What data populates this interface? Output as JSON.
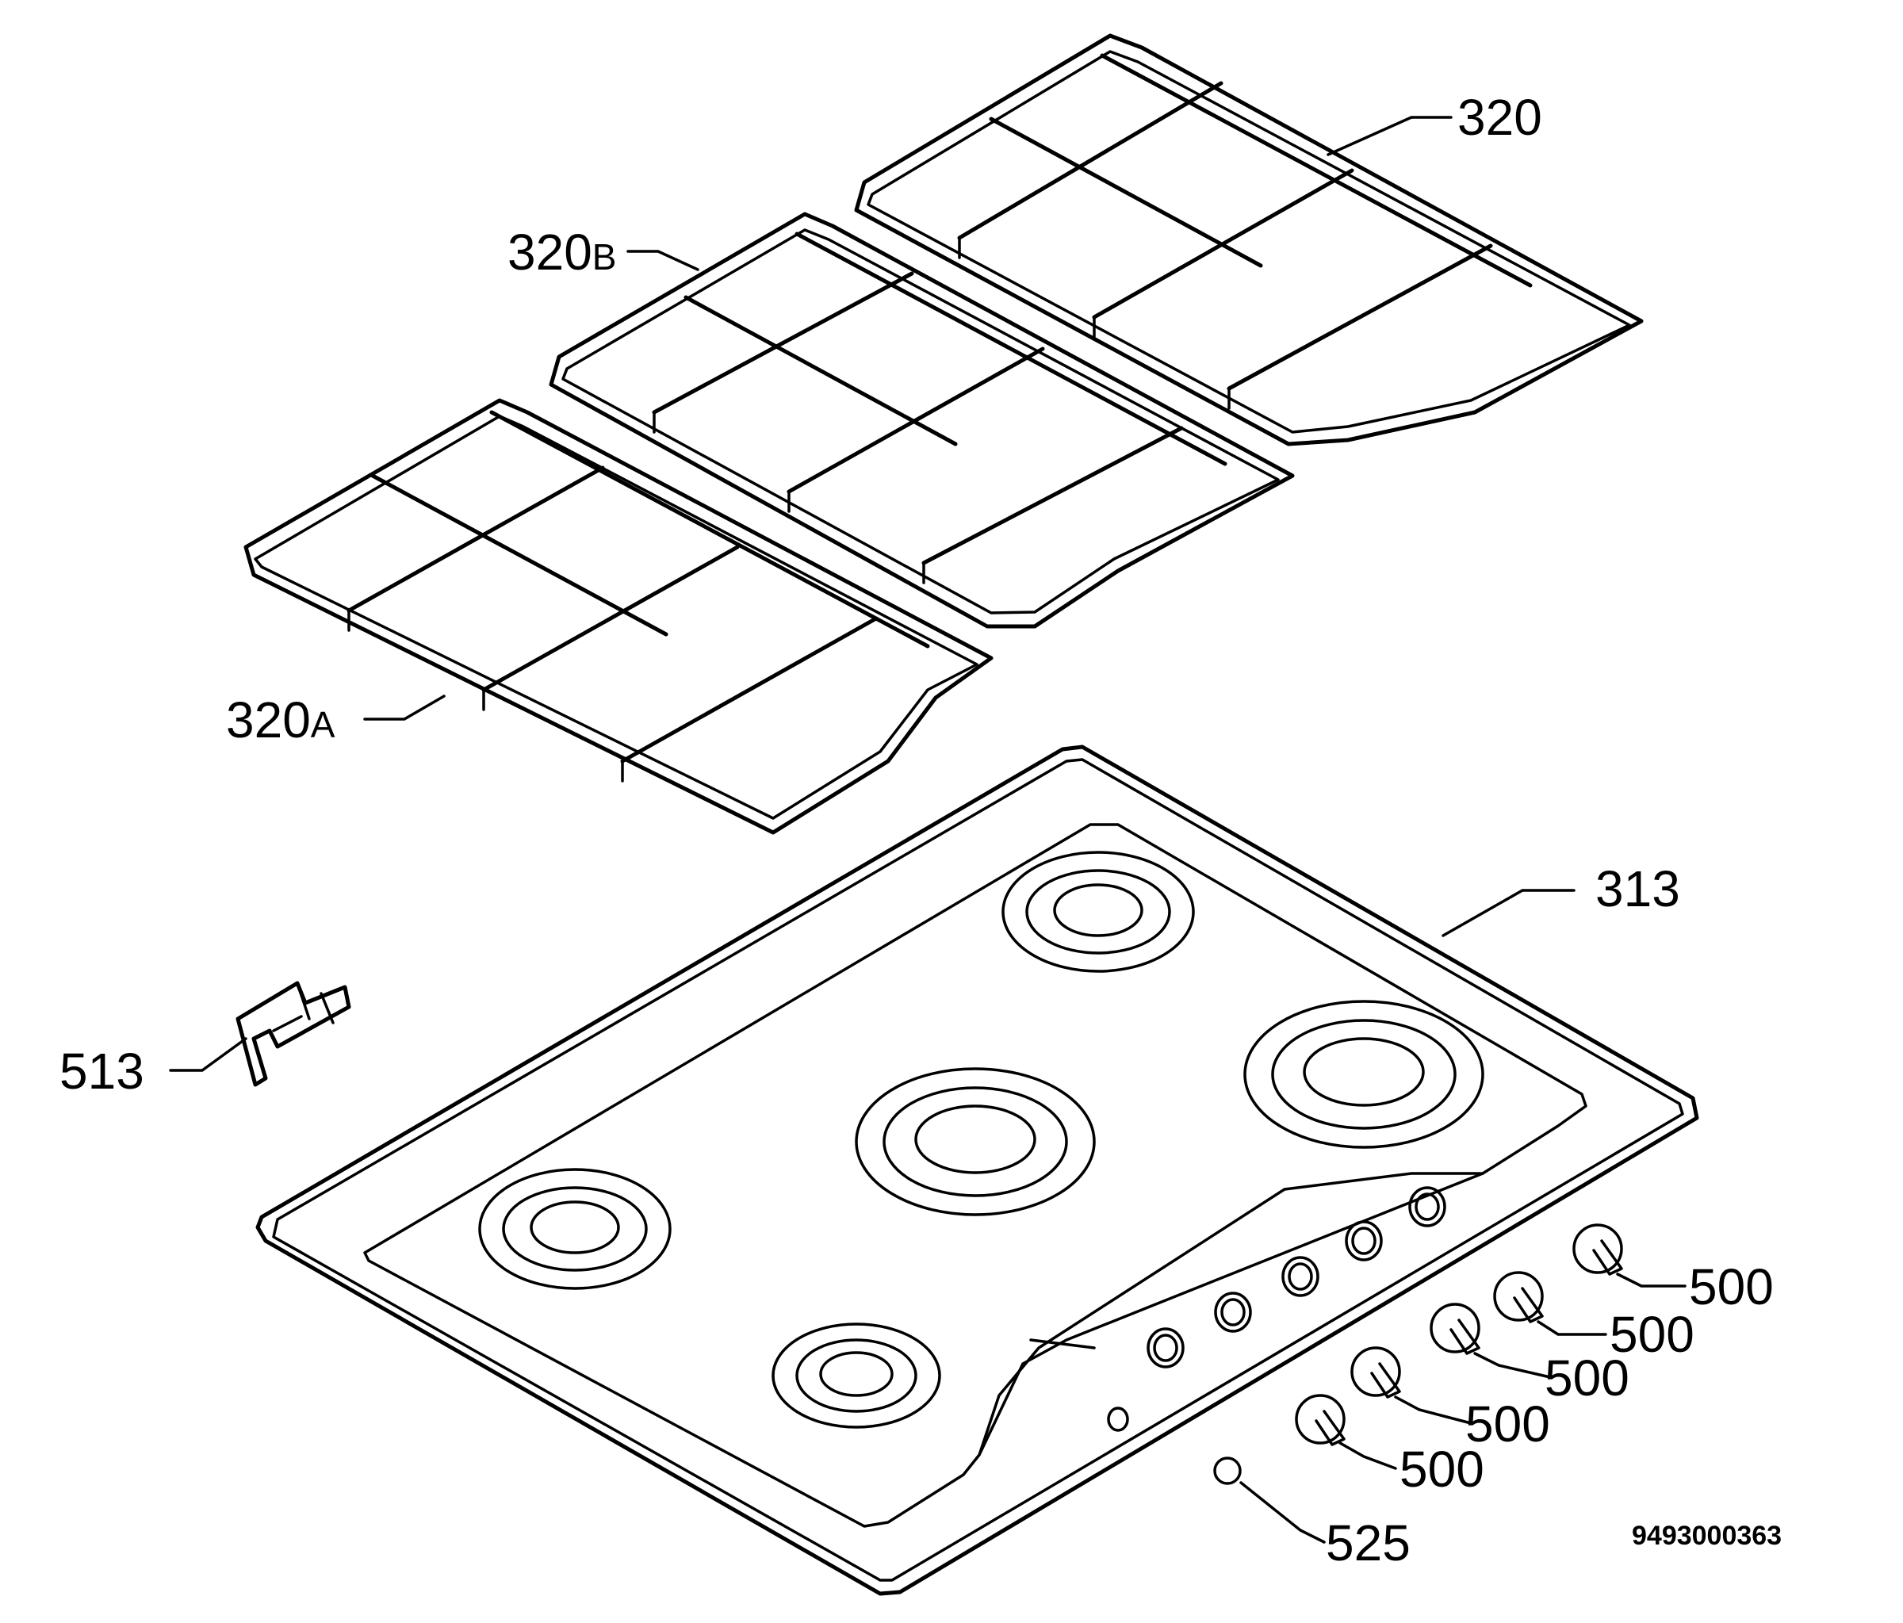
{
  "labels": {
    "grid_main": "320",
    "grid_b_num": "320",
    "grid_b_suffix": "B",
    "grid_a_num": "320",
    "grid_a_suffix": "A",
    "hob": "313",
    "bracket": "513",
    "knob_1": "500",
    "knob_2": "500",
    "knob_3": "500",
    "knob_4": "500",
    "knob_5": "500",
    "button": "525"
  },
  "document_number": "9493000363"
}
